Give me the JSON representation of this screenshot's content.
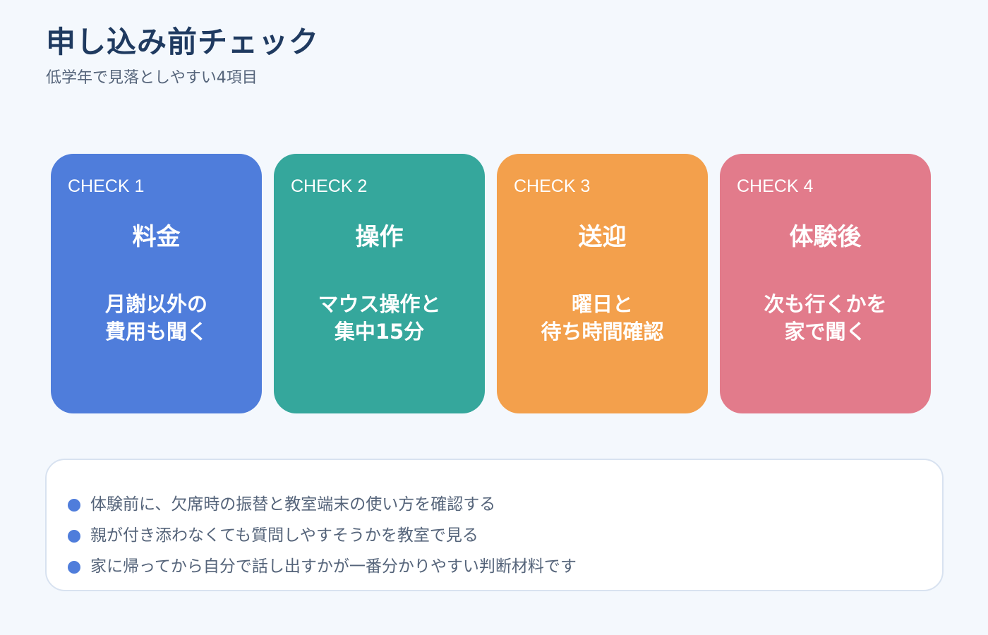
{
  "header": {
    "title": "申し込み前チェック",
    "subtitle": "低学年で見落としやすい4項目"
  },
  "cards": [
    {
      "check": "CHECK 1",
      "title": "料金",
      "body": [
        "月謝以外の",
        "費用も聞く"
      ],
      "color": "#4f7ddb"
    },
    {
      "check": "CHECK 2",
      "title": "操作",
      "body": [
        "マウス操作と",
        "集中15分"
      ],
      "color": "#35a79c"
    },
    {
      "check": "CHECK 3",
      "title": "送迎",
      "body": [
        "曜日と",
        "待ち時間確認"
      ],
      "color": "#f3a04c"
    },
    {
      "check": "CHECK 4",
      "title": "体験後",
      "body": [
        "次も行くかを",
        "家で聞く"
      ],
      "color": "#e27b8b"
    }
  ],
  "notes": {
    "bullet_color": "#4f7ddb",
    "items": [
      "体験前に、欠席時の振替と教室端末の使い方を確認する",
      "親が付き添わなくても質問しやすそうかを教室で見る",
      "家に帰ってから自分で話し出すかが一番分かりやすい判断材料です"
    ]
  }
}
